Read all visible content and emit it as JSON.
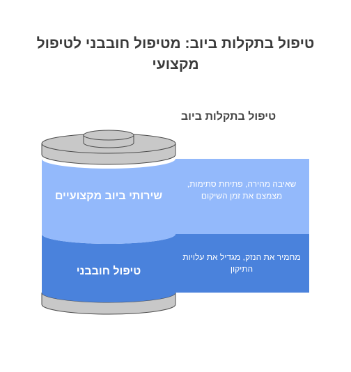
{
  "title": "טיפול בתקלות ביוב: מטיפול חובבני לטיפול מקצועי",
  "side_heading": "טיפול בתקלות ביוב",
  "layers": [
    {
      "label": "שירותי ביוב מקצועיים",
      "description": "שאיבה מהירה, פתיחת סתימות, מצמצם את זמן השיקום",
      "color": "#93b9fb"
    },
    {
      "label": "טיפול חובבני",
      "description": "מחמיר את הנזק, מגדיל את עלויות התיקון",
      "color": "#4a82dc"
    }
  ],
  "colors": {
    "cap": "#c8c8c8",
    "cap_outline": "#4a4a4a"
  }
}
